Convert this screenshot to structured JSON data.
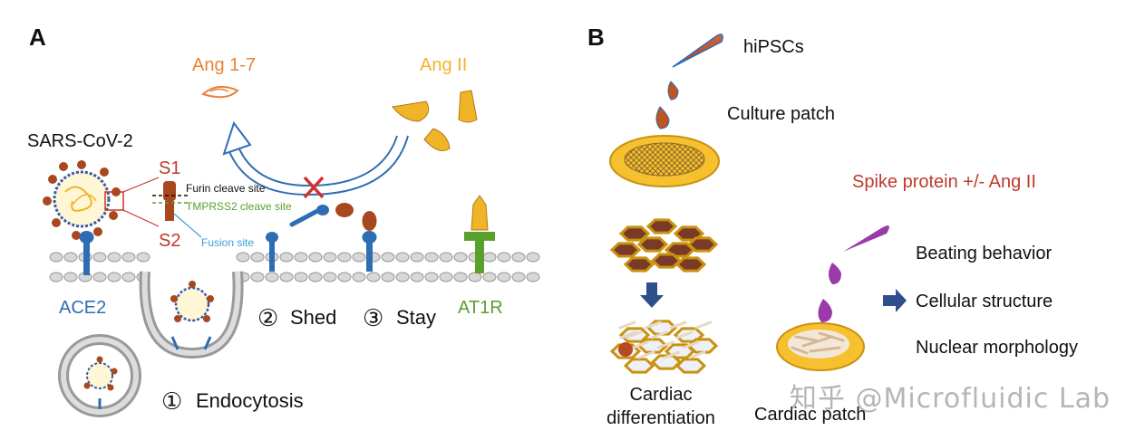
{
  "panel_a": {
    "letter": "A",
    "ang17": "Ang 1-7",
    "ang2": "Ang II",
    "virus": "SARS-CoV-2",
    "s1": "S1",
    "s2": "S2",
    "furin": "Furin cleave site",
    "tmprss2": "TMPRSS2 cleave site",
    "fusion": "Fusion site",
    "ace2": "ACE2",
    "at1r": "AT1R",
    "shed_num": "②",
    "shed": "Shed",
    "stay_num": "③",
    "stay": "Stay",
    "endo_num": "①",
    "endo": "Endocytosis"
  },
  "panel_b": {
    "letter": "B",
    "hipsc": "hiPSCs",
    "culture": "Culture patch",
    "spike": "Spike protein +/- Ang II",
    "beating": "Beating behavior",
    "cellular": "Cellular structure",
    "nuclear": "Nuclear morphology",
    "cardiac_diff_1": "Cardiac",
    "cardiac_diff_2": "differentiation",
    "cardiac_patch": "Cardiac patch"
  },
  "watermark": "知乎 @Microfluidic Lab",
  "colors": {
    "orange": "#e8823a",
    "gold": "#f0b429",
    "red": "#c0392b",
    "blue": "#2e6db4",
    "green": "#5aa02c",
    "light_blue": "#3aa0d8",
    "purple": "#9b3aa8"
  }
}
